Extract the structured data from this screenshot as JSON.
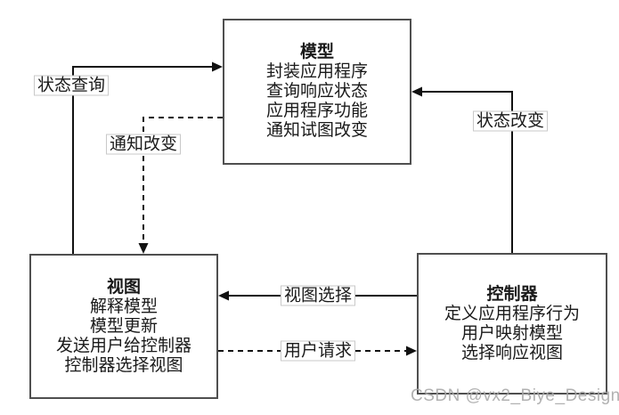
{
  "diagram": {
    "type": "mvc-flow-diagram",
    "colors": {
      "background": "#ffffff",
      "box_border": "#4f4f4f",
      "line": "#111111",
      "label_border": "#c9c9c9",
      "watermark": "#a8a8a8"
    },
    "nodes": {
      "model": {
        "title": "模型",
        "lines": [
          "封装应用程序",
          "查询响应状态",
          "应用程序功能",
          "通知试图改变"
        ]
      },
      "view": {
        "title": "视图",
        "lines": [
          "解释模型",
          "模型更新",
          "发送用户给控制器",
          "控制器选择视图"
        ]
      },
      "controller": {
        "title": "控制器",
        "lines": [
          "定义应用程序行为",
          "用户映射模型",
          "选择响应视图"
        ]
      }
    },
    "edges": {
      "status_query": {
        "label": "状态查询",
        "style": "solid",
        "from": "view",
        "to": "model"
      },
      "notify_change": {
        "label": "通知改变",
        "style": "dashed",
        "from": "model",
        "to": "view"
      },
      "state_change": {
        "label": "状态改变",
        "style": "solid",
        "from": "controller",
        "to": "model"
      },
      "view_selection": {
        "label": "视图选择",
        "style": "solid",
        "from": "controller",
        "to": "view"
      },
      "user_request": {
        "label": "用户请求",
        "style": "dashed",
        "from": "view",
        "to": "controller"
      }
    },
    "watermark": "CSDN @vx2_Biye_Design"
  }
}
